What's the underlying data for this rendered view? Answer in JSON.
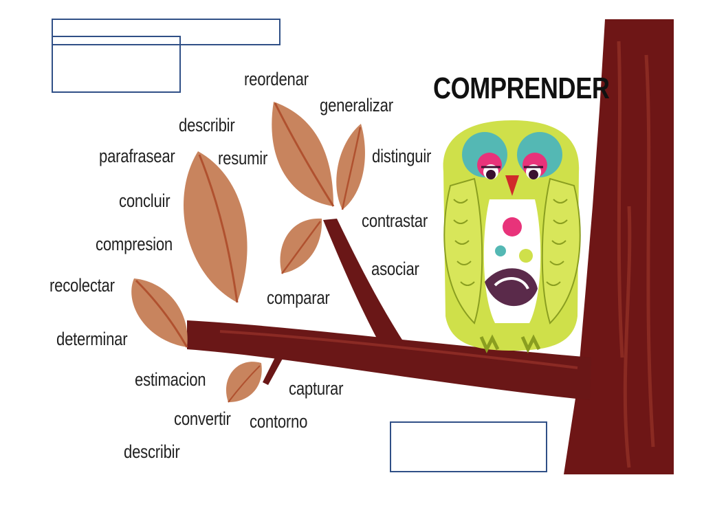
{
  "title": "COMPRENDER",
  "words": {
    "reordenar": "reordenar",
    "generalizar": "generalizar",
    "describir_top": "describir",
    "parafrasear": "parafrasear",
    "resumir": "resumir",
    "distinguir": "distinguir",
    "concluir": "concluir",
    "contrastar": "contrastar",
    "compresion": "compresion",
    "asociar": "asociar",
    "recolectar": "recolectar",
    "comparar": "comparar",
    "determinar": "determinar",
    "estimacion": "estimacion",
    "capturar": "capturar",
    "convertir": "convertir",
    "contorno": "contorno",
    "describir_bottom": "describir"
  },
  "colors": {
    "trunk": "#6e1616",
    "branch": "#6a1717",
    "leaf": "#c8845e",
    "leaf_vein": "#b0512f",
    "owl_body": "#cfe04a",
    "owl_eye_ring": "#54b8b4",
    "owl_pink": "#e8337a",
    "annotation_box_border": "#2f4f86"
  },
  "icons": [
    "owl-illustration",
    "tree-trunk",
    "tree-branch",
    "leaf"
  ]
}
